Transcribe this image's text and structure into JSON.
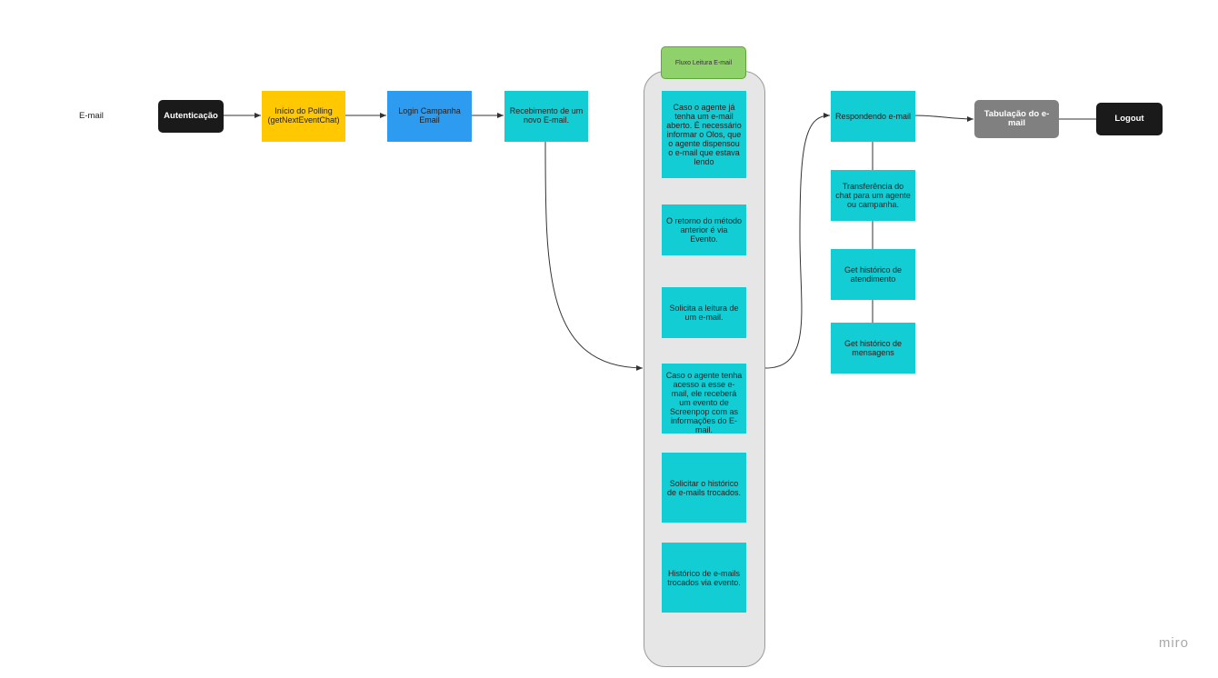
{
  "diagram": {
    "side_label": "E-mail",
    "lane_title": "Fluxo Leitura E-mail",
    "brand": "miro",
    "nodes": {
      "autenticacao": "Autenticação",
      "inicio_polling": "Início do Polling (getNextEventChat)",
      "login_campanha": "Login Campanha Email",
      "recebimento": "Recebimento de um novo E-mail.",
      "caso_aberto": "Caso o agente já tenha um e-mail aberto. É necessário informar o Olos, que o agente dispensou o e-mail que estava lendo",
      "retorno_metodo": "O retorno do método anterior é via Evento.",
      "solicita_leitura": "Solicita a leitura de um e-mail.",
      "acesso_email": "Caso o agente tenha acesso a esse e-mail, ele receberá um evento de Screenpop com as informações do E-mail.",
      "solicitar_historico": "Solicitar o histórico de e-mails trocados.",
      "historico_evento": "Histórico de e-mails trocados via evento.",
      "respondendo": "Respondendo e-mail",
      "transferencia": "Transferência do chat para um agente ou campanha.",
      "get_atendimento": "Get histórico de atendimento",
      "get_mensagens": "Get histórico de mensagens",
      "tabulacao": "Tabulação do e-mail",
      "logout": "Logout"
    },
    "colors": {
      "dark": "#1a1a1a",
      "yellow": "#ffc800",
      "blue": "#2d9bf0",
      "cyan": "#12cdd4",
      "gray": "#808080",
      "green": "#8fd16a",
      "lane": "#e6e6e6"
    }
  }
}
